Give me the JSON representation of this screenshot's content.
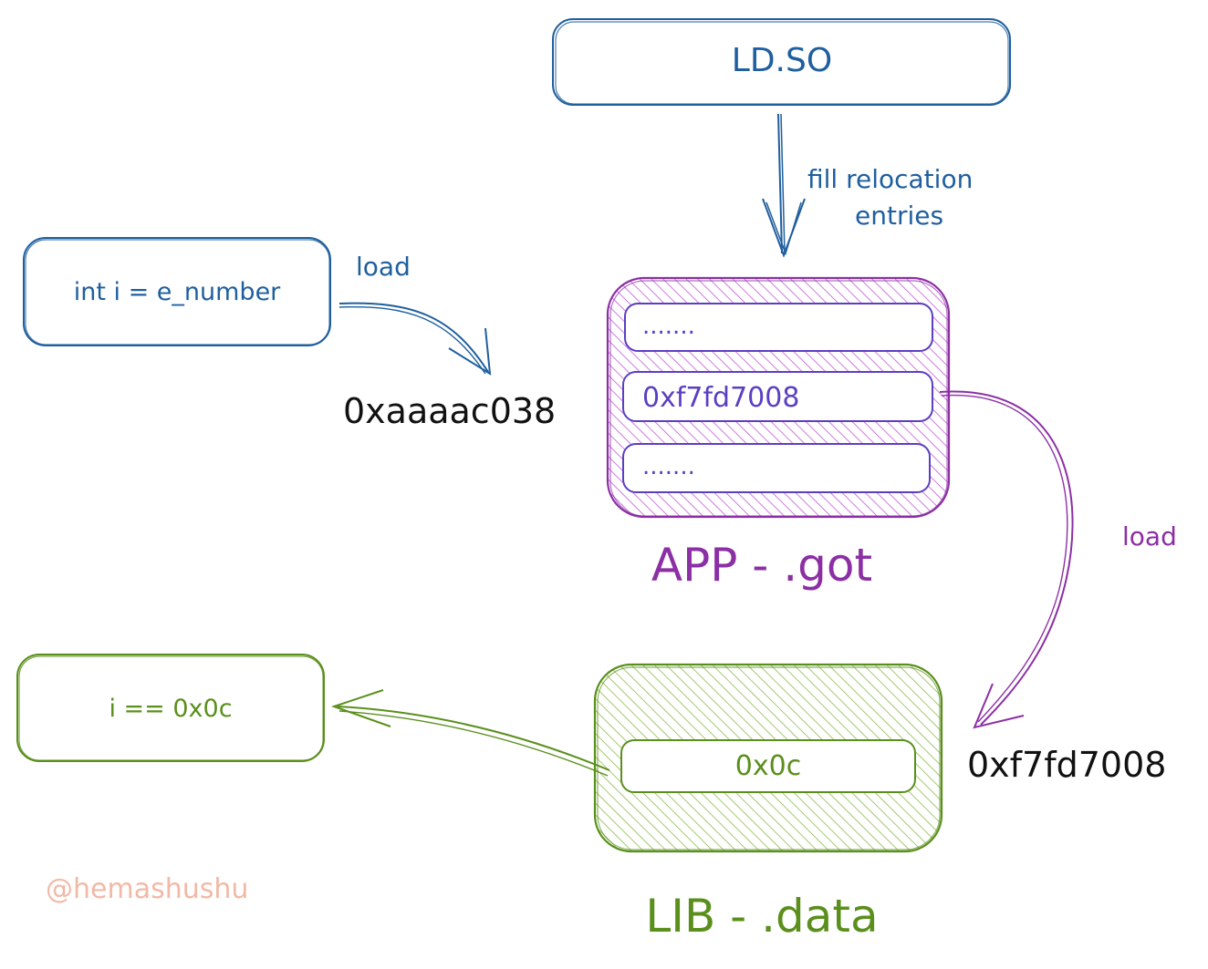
{
  "colors": {
    "blue": "#1f5f9e",
    "purple": "#8c2fa5",
    "purple_slot": "#5b3fc2",
    "green": "#5a8f1c",
    "black": "#111111",
    "watermark": "#f2b9a6"
  },
  "ldso": {
    "label": "LD.SO"
  },
  "relocation_arrow": {
    "label_line1": "fill relocation",
    "label_line2": "entries"
  },
  "code_box": {
    "label": "int i = e_number"
  },
  "load_arrow_1": {
    "label": "load"
  },
  "address_app": {
    "label": "0xaaaac038"
  },
  "got_table": {
    "title": "APP - .got",
    "slots": [
      ".......",
      "0xf7fd7008",
      "......."
    ]
  },
  "load_arrow_2": {
    "label": "load"
  },
  "address_lib": {
    "label": "0xf7fd7008"
  },
  "data_table": {
    "title": "LIB - .data",
    "slot": "0x0c"
  },
  "result_box": {
    "label": "i == 0x0c"
  },
  "watermark": {
    "label": "@hemashushu"
  }
}
